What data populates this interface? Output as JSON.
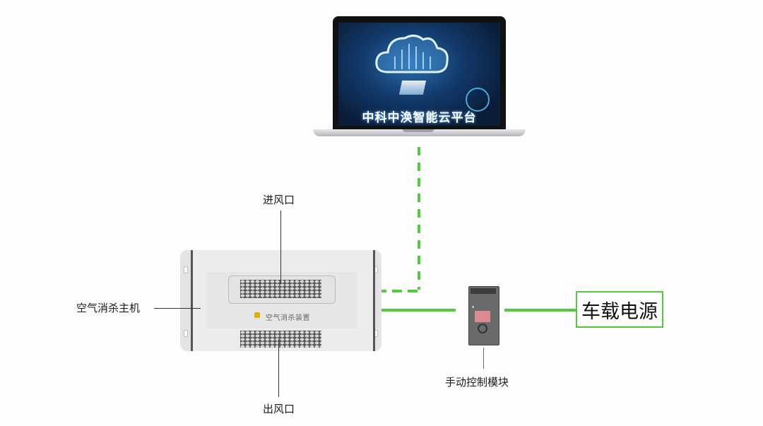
{
  "diagram": {
    "type": "system-connection",
    "nodes": {
      "cloud_platform": {
        "kind": "laptop",
        "screen_title": "中科中涣智能云平台"
      },
      "host": {
        "kind": "device",
        "label": "空气消杀主机",
        "brand_text": "空气消杀装置",
        "air_inlet_label": "进风口",
        "air_outlet_label": "出风口"
      },
      "control_module": {
        "kind": "module",
        "label": "手动控制模块"
      },
      "power_supply": {
        "kind": "box",
        "label": "车载电源"
      }
    },
    "edges": [
      {
        "from": "host",
        "to": "cloud_platform",
        "style": "dashed",
        "meaning": "data"
      },
      {
        "from": "host",
        "to": "control_module",
        "style": "solid",
        "meaning": "wired"
      },
      {
        "from": "control_module",
        "to": "power_supply",
        "style": "solid",
        "meaning": "wired"
      }
    ],
    "colors": {
      "connector": "#52c93f",
      "leader": "#333333"
    }
  }
}
